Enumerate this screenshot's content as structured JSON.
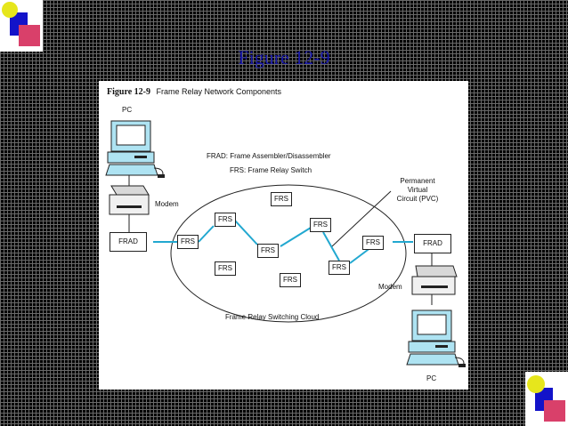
{
  "slide": {
    "title": "Figure 12-9",
    "page_number": "",
    "colors": {
      "title": "#1a1aa8",
      "link": "#22a8d0",
      "logo_blue": "#1313c9",
      "logo_pink": "#d9406a",
      "logo_yellow": "#e6e61c"
    }
  },
  "figure": {
    "number": "Figure 12-9",
    "caption": "Frame Relay Network Components",
    "legend_frad": "FRAD: Frame Assembler/Disassembler",
    "legend_frs": "FRS: Frame Relay Switch",
    "pvc_line1": "Permanent",
    "pvc_line2": "Virtual",
    "pvc_line3": "Circuit (PVC)",
    "cloud_label": "Frame Relay Switching Cloud",
    "pc_left": "PC",
    "pc_right": "PC",
    "modem_left": "Modem",
    "modem_right": "Modem",
    "frad_left": "FRAD",
    "frad_right": "FRAD",
    "frs_label": "FRS"
  }
}
